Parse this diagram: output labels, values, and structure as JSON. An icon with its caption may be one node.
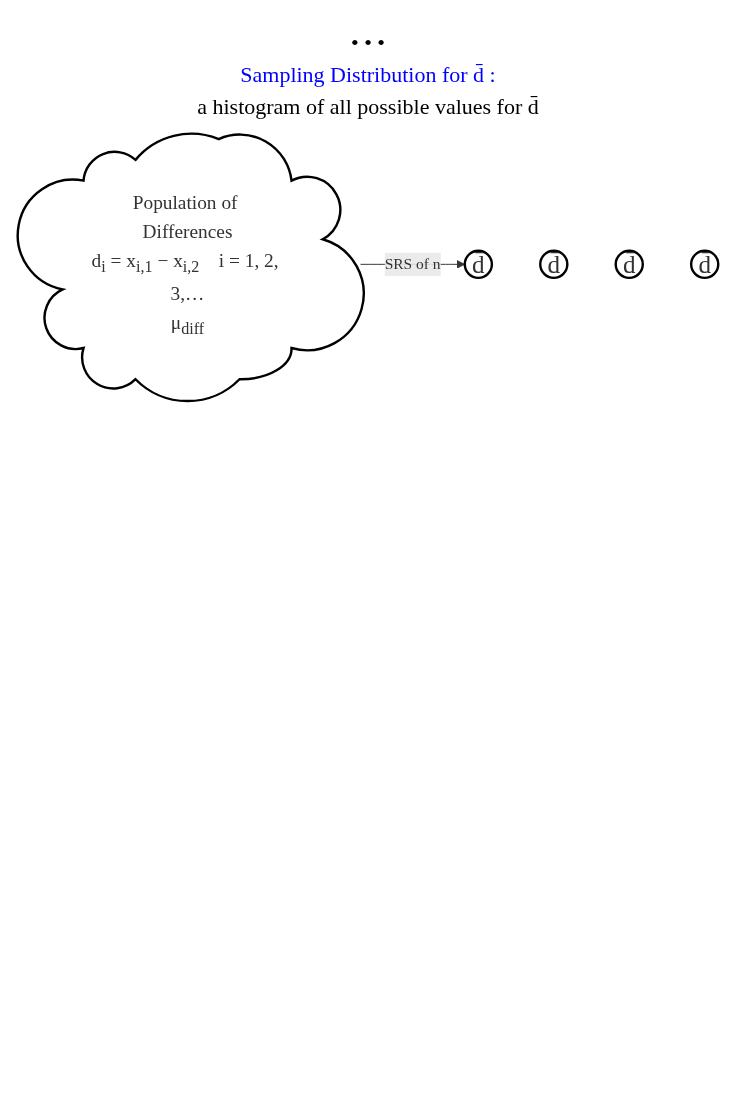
{
  "diagram": {
    "nodes": [
      {
        "text": [
          "Population of Differences",
          "d$_{i}$ = x$_{i,1}$ − x$_{i,2}$    i = 1, 2, 3,…",
          "μ$_{diff}$"
        ]
      },
      {
        "text": [
          "d̄"
        ]
      },
      {
        "text": [
          "d̄"
        ]
      },
      {
        "text": [
          "d̄"
        ]
      },
      {
        "text": [
          "d̄"
        ]
      }
    ],
    "edges": [
      {
        "from": 0,
        "to": 1,
        "arrow": "to",
        "label": "SRS of n"
      }
    ],
    "labels": [
      "• • •",
      "Sampling Distribution for d̄ :",
      "a histogram of all possible values for d̄"
    ]
  }
}
